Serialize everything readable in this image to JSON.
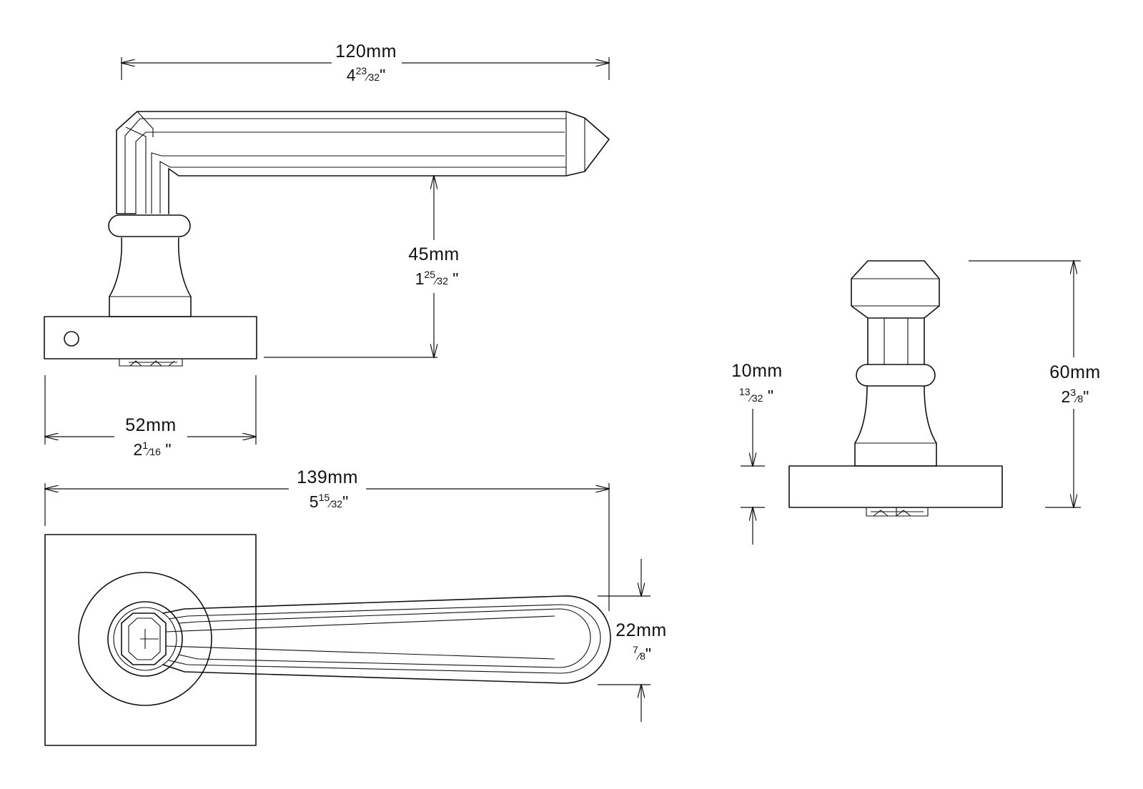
{
  "dimensions": {
    "top_width": {
      "metric": "120mm",
      "whole": "4",
      "num": "23",
      "den": "32",
      "unit": "\""
    },
    "height_45": {
      "metric": "45mm",
      "whole": "1",
      "num": "25",
      "den": "32",
      "unit": " \""
    },
    "rose_52": {
      "metric": "52mm",
      "whole": "2",
      "num": "1",
      "den": "16",
      "unit": " \""
    },
    "total_139": {
      "metric": "139mm",
      "whole": "5",
      "num": "15",
      "den": "32",
      "unit": "\""
    },
    "tip_22": {
      "metric": "22mm",
      "whole": "",
      "num": "7",
      "den": "8",
      "unit": "\""
    },
    "rose_10": {
      "metric": "10mm",
      "whole": "",
      "num": "13",
      "den": "32",
      "unit": " \""
    },
    "height_60": {
      "metric": "60mm",
      "whole": "2",
      "num": "3",
      "den": "8",
      "unit": "\""
    }
  },
  "colors": {
    "line": "#111111",
    "background": "#ffffff"
  }
}
